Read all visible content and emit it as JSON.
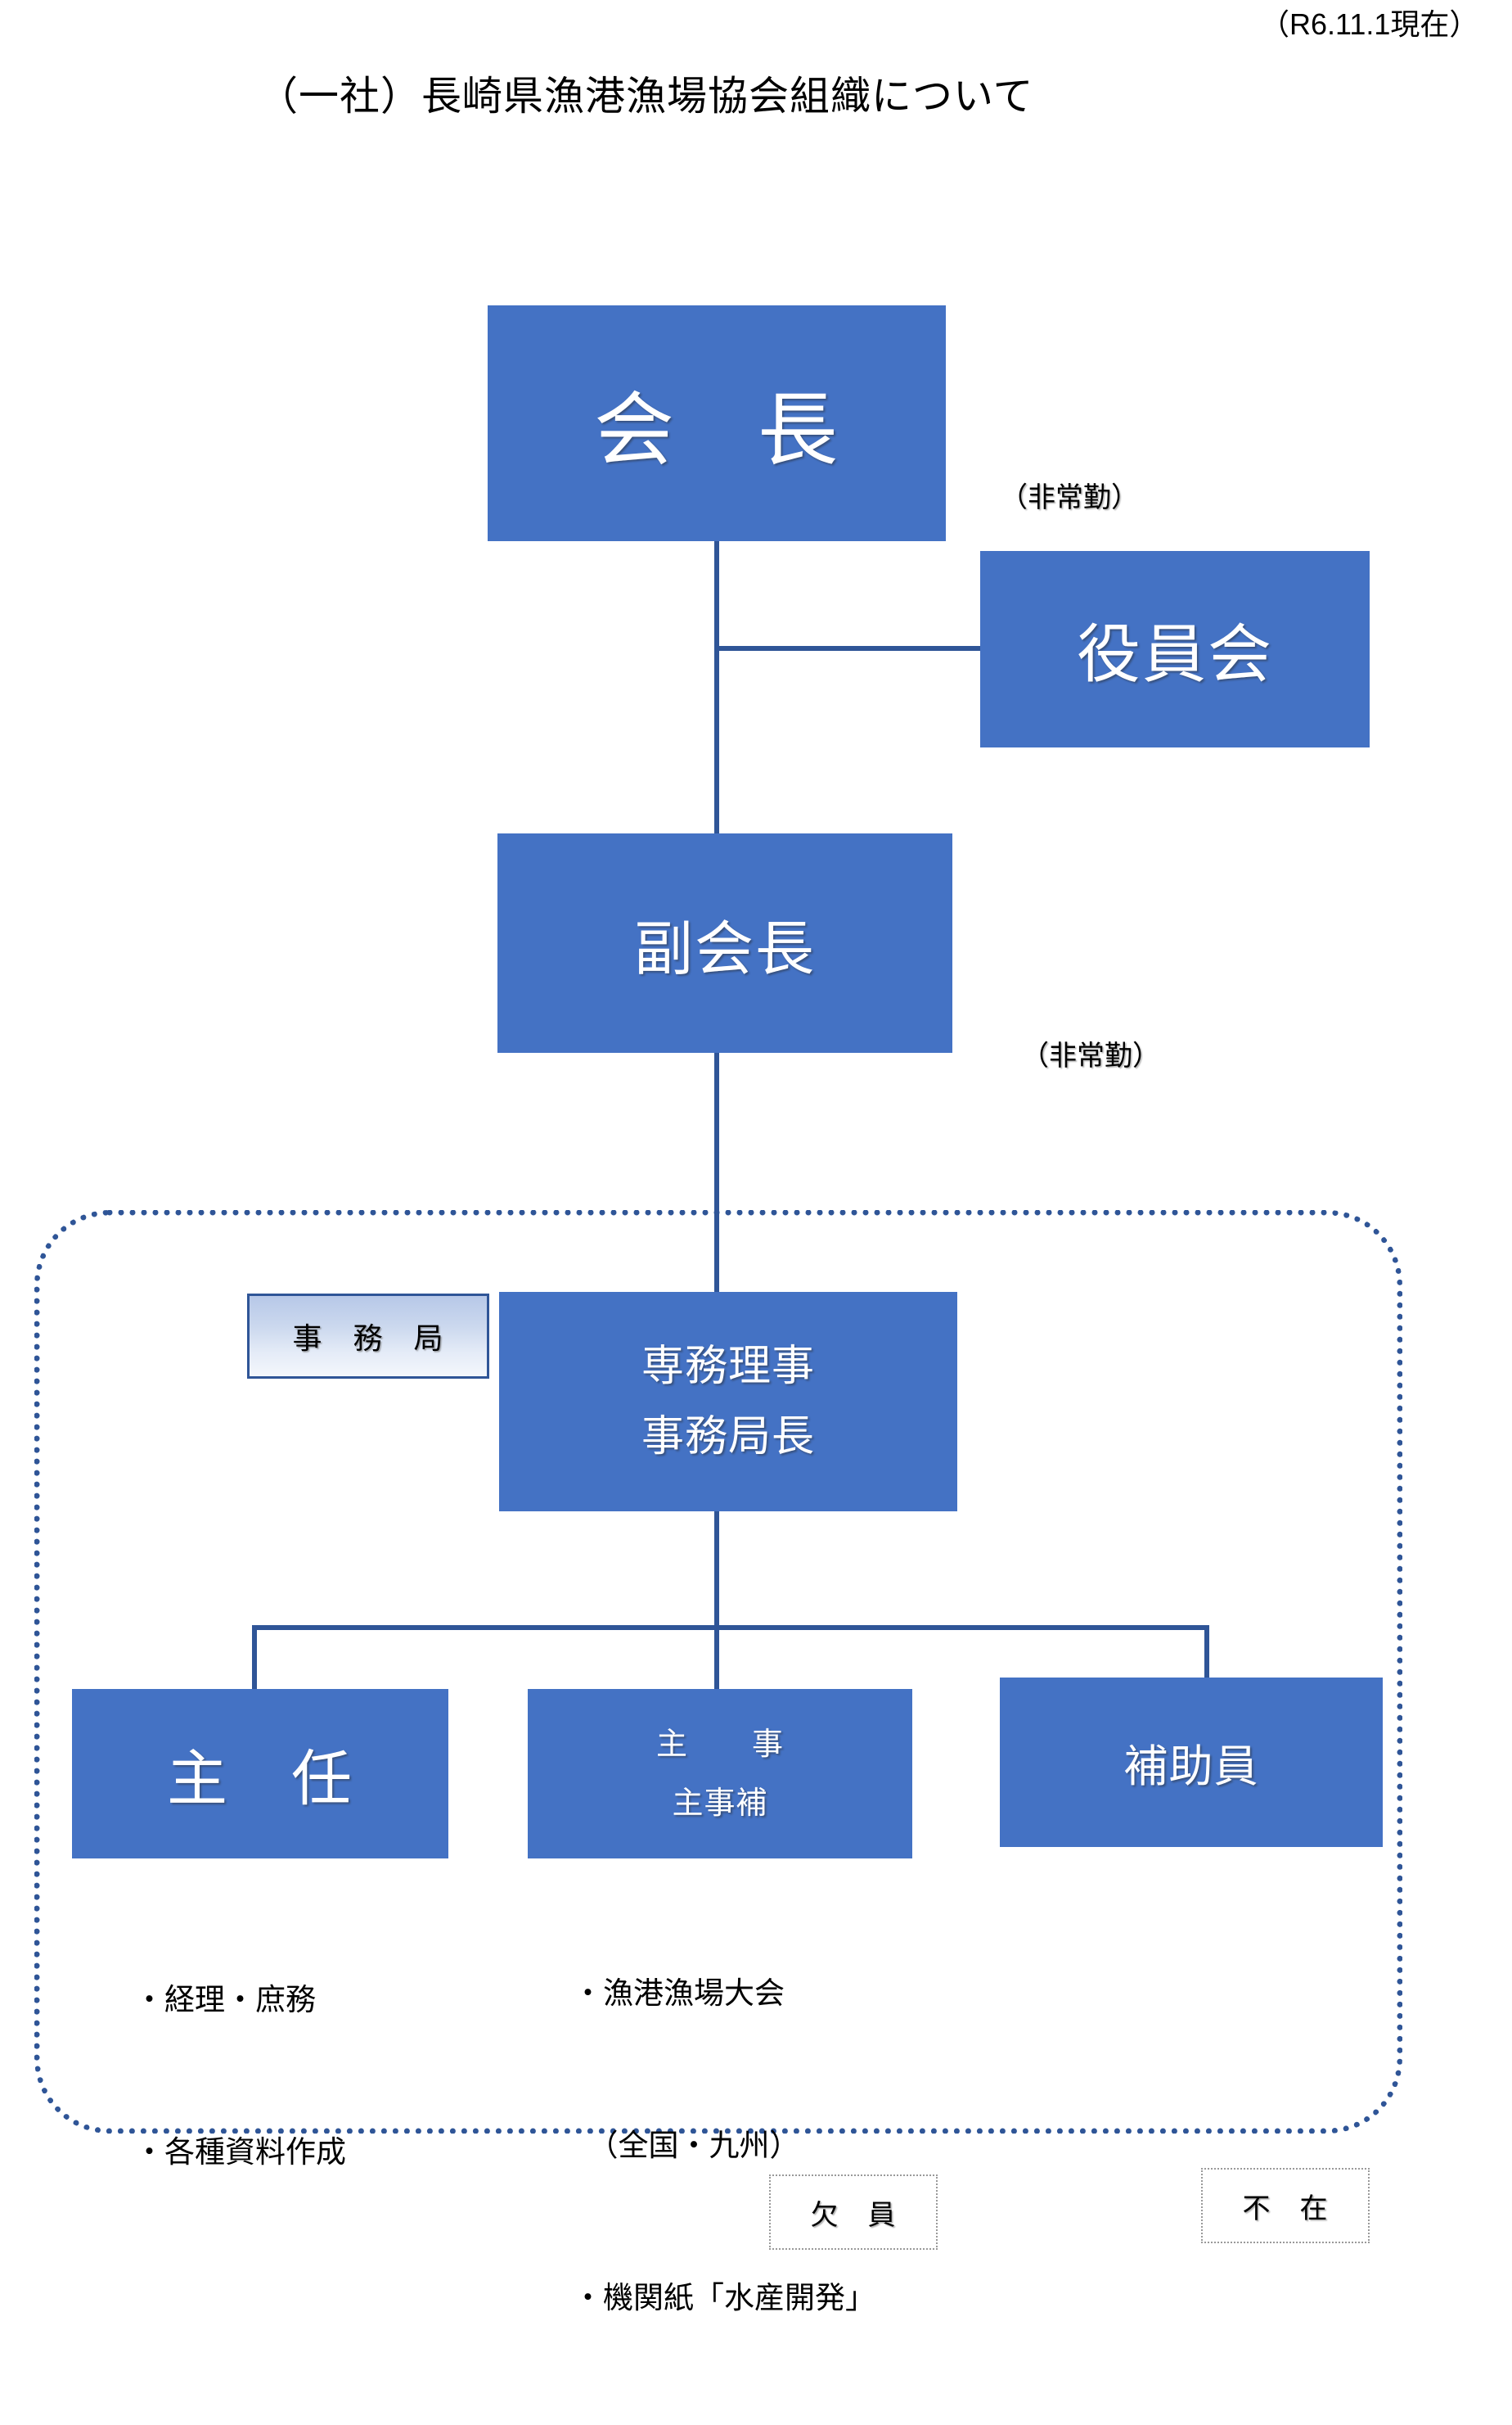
{
  "header": {
    "date_note": "（R6.11.1現在）",
    "title": "（一社）長崎県漁港漁場協会組織について"
  },
  "chart_data": {
    "type": "diagram",
    "title": "（一社）長崎県漁港漁場協会組織について",
    "nodes": [
      {
        "id": "kaicho",
        "label": "会　長",
        "level": 1
      },
      {
        "id": "yakuinkai",
        "label": "役員会",
        "level": 1
      },
      {
        "id": "fukukaicho",
        "label": "副会長",
        "level": 2
      },
      {
        "id": "senmu",
        "label": "専務理事／事務局長",
        "level": 3
      },
      {
        "id": "shunin",
        "label": "主　任",
        "level": 4
      },
      {
        "id": "shuji",
        "label": "主　事／主事補",
        "level": 4
      },
      {
        "id": "hojoin",
        "label": "補助員",
        "level": 4
      }
    ],
    "edges": [
      {
        "from": "kaicho",
        "to": "yakuinkai"
      },
      {
        "from": "kaicho",
        "to": "fukukaicho"
      },
      {
        "from": "fukukaicho",
        "to": "senmu"
      },
      {
        "from": "senmu",
        "to": "shunin"
      },
      {
        "from": "senmu",
        "to": "shuji"
      },
      {
        "from": "senmu",
        "to": "hojoin"
      }
    ]
  },
  "boxes": {
    "kaicho": "会　長",
    "yakuinkai": "役員会",
    "fukukaicho": "副会長",
    "senmu_line1": "専務理事",
    "senmu_line2": "事務局長",
    "office": "事　務　局",
    "shunin": "主　任",
    "shuji_line1": "主　　事",
    "shuji_line2": "主事補",
    "hojoin": "補助員"
  },
  "notes": {
    "hijokin_1": "（非常勤）",
    "hijokin_2": "（非常勤）"
  },
  "duties": {
    "shunin": [
      "・経理・庶務",
      "・各種資料作成"
    ],
    "shuji": [
      "・漁港漁場大会",
      "　（全国・九州）",
      "・機関紙「水産開発」"
    ]
  },
  "legend": {
    "vacancy": "欠　員",
    "absent": "不　在"
  },
  "colors": {
    "box_fill": "#4472C4",
    "line": "#2F5597",
    "box_text": "#FFFFFF",
    "office_border": "#2F5597",
    "legend_border": "#9A9A9A",
    "background": "#FFFFFF"
  }
}
